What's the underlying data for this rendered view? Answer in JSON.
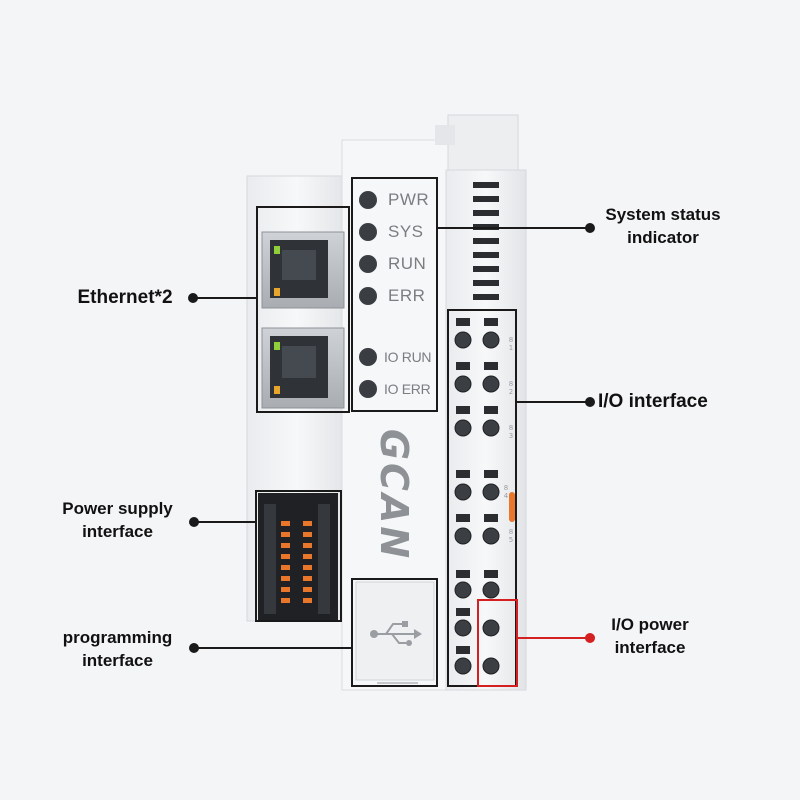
{
  "device": {
    "brand": "GCAN",
    "led_labels": [
      "PWR",
      "SYS",
      "RUN",
      "ERR"
    ],
    "io_led_labels": [
      "IO RUN",
      "IO ERR"
    ],
    "terminal_marks": [
      [
        "8",
        "1"
      ],
      [
        "8",
        "2"
      ],
      [
        "8",
        "3"
      ],
      [
        "8",
        "4"
      ],
      [
        "8",
        "5"
      ]
    ]
  },
  "callouts": {
    "ethernet": "Ethernet*2",
    "power_supply_line1": "Power supply",
    "power_supply_line2": "interface",
    "programming_line1": "programming",
    "programming_line2": "interface",
    "system_status_line1": "System status",
    "system_status_line2": "indicator",
    "io_interface": "I/O interface",
    "io_power_line1": "I/O power",
    "io_power_line2": "interface"
  },
  "colors": {
    "highlight_box": "#1a1a1a",
    "io_power_box": "#d42020",
    "connector_orange": "#e8762b",
    "rj45_led_green": "#8fcf3a",
    "rj45_led_amber": "#e8a52b"
  }
}
